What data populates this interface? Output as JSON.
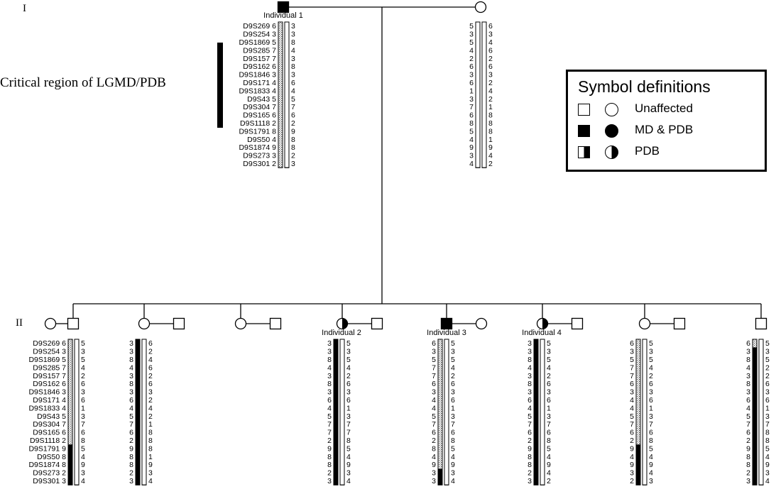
{
  "generations": {
    "g1": "I",
    "g2": "II"
  },
  "critical_region_label": "Critical region of LGMD/PDB",
  "individual_labels": {
    "ind1": "Individual 1",
    "ind2": "Individual 2",
    "ind3": "Individual 3",
    "ind4": "Individual 4"
  },
  "legend": {
    "title": "Symbol definitions",
    "rows": [
      {
        "label": "Unaffected",
        "style": "open"
      },
      {
        "label": "MD & PDB",
        "style": "filled"
      },
      {
        "label": "PDB",
        "style": "half-filled"
      }
    ]
  },
  "markers": [
    "D9S269",
    "D9S254",
    "D9S1869",
    "D9S285",
    "D9S157",
    "D9S162",
    "D9S1846",
    "D9S171",
    "D9S1833",
    "D9S43",
    "D9S304",
    "D9S165",
    "D9S1118",
    "D9S1791",
    "D9S50",
    "D9S1874",
    "D9S273",
    "D9S301"
  ],
  "haplotype_colors": {
    "dotted": "#bdbdbd",
    "black": "#000000",
    "white": "#ffffff"
  },
  "gen1": {
    "father": {
      "status": "affected",
      "left": {
        "alleles": [
          "6",
          "3",
          "5",
          "7",
          "7",
          "6",
          "3",
          "4",
          "4",
          "5",
          "7",
          "6",
          "2",
          "8",
          "4",
          "9",
          "3",
          "2"
        ],
        "pattern": "dotted"
      },
      "right": {
        "alleles": [
          "3",
          "3",
          "8",
          "4",
          "3",
          "8",
          "3",
          "6",
          "4",
          "5",
          "7",
          "6",
          "2",
          "9",
          "8",
          "8",
          "2",
          "3"
        ],
        "pattern": "black"
      }
    },
    "mother": {
      "status": "unaffected",
      "left": {
        "alleles": [
          "5",
          "3",
          "5",
          "4",
          "2",
          "6",
          "3",
          "6",
          "1",
          "3",
          "7",
          "6",
          "8",
          "5",
          "4",
          "9",
          "3",
          "4"
        ]
      },
      "right": {
        "alleles": [
          "6",
          "3",
          "4",
          "6",
          "2",
          "6",
          "3",
          "2",
          "4",
          "2",
          "1",
          "8",
          "8",
          "8",
          "1",
          "9",
          "4",
          "2"
        ]
      }
    }
  },
  "gen2": [
    {
      "symbol": "square",
      "status": "unaffected",
      "spouse": "left",
      "left": {
        "alleles": [
          "6",
          "3",
          "5",
          "7",
          "7",
          "6",
          "3",
          "4",
          "4",
          "5",
          "7",
          "6",
          "2",
          "9",
          "8",
          "8",
          "2",
          "3"
        ],
        "segments": [
          [
            0,
            13,
            "dotted"
          ],
          [
            13,
            18,
            "black"
          ]
        ]
      },
      "right": {
        "alleles": [
          "5",
          "3",
          "5",
          "4",
          "2",
          "6",
          "3",
          "6",
          "1",
          "3",
          "7",
          "6",
          "8",
          "5",
          "4",
          "9",
          "3",
          "4"
        ]
      }
    },
    {
      "symbol": "circle",
      "status": "unaffected",
      "spouse": "right",
      "left": {
        "alleles": [
          "3",
          "3",
          "8",
          "4",
          "3",
          "8",
          "3",
          "6",
          "4",
          "5",
          "7",
          "6",
          "2",
          "9",
          "8",
          "8",
          "2",
          "3"
        ],
        "segments": [
          [
            0,
            18,
            "black"
          ]
        ]
      },
      "right": {
        "alleles": [
          "6",
          "2",
          "4",
          "6",
          "2",
          "6",
          "3",
          "2",
          "4",
          "2",
          "1",
          "8",
          "8",
          "8",
          "1",
          "9",
          "3",
          "4"
        ]
      }
    },
    {
      "symbol": "circle",
      "status": "unaffected",
      "spouse": "right",
      "left": {
        "alleles": [],
        "segments": []
      },
      "right": {
        "alleles": []
      }
    },
    {
      "symbol": "circle",
      "status": "pdb",
      "spouse": "right",
      "label": "ind2",
      "left": {
        "alleles": [
          "3",
          "3",
          "8",
          "4",
          "3",
          "8",
          "3",
          "6",
          "4",
          "5",
          "7",
          "7",
          "2",
          "9",
          "8",
          "8",
          "2",
          "3"
        ],
        "segments": [
          [
            0,
            18,
            "black"
          ]
        ]
      },
      "right": {
        "alleles": [
          "5",
          "3",
          "5",
          "4",
          "2",
          "6",
          "3",
          "6",
          "1",
          "3",
          "7",
          "7",
          "8",
          "5",
          "4",
          "9",
          "3",
          "4"
        ]
      }
    },
    {
      "symbol": "square",
      "status": "affected",
      "spouse": "right",
      "label": "ind3",
      "left": {
        "alleles": [
          "6",
          "3",
          "5",
          "7",
          "7",
          "6",
          "3",
          "4",
          "4",
          "5",
          "7",
          "6",
          "2",
          "8",
          "4",
          "9",
          "3",
          "3"
        ],
        "segments": [
          [
            0,
            16,
            "dotted"
          ],
          [
            16,
            18,
            "black"
          ]
        ]
      },
      "right": {
        "alleles": [
          "5",
          "3",
          "5",
          "4",
          "2",
          "6",
          "3",
          "6",
          "1",
          "3",
          "7",
          "6",
          "8",
          "5",
          "4",
          "9",
          "3",
          "4"
        ]
      }
    },
    {
      "symbol": "circle",
      "status": "pdb",
      "spouse": "right",
      "label": "ind4",
      "left": {
        "alleles": [
          "3",
          "3",
          "8",
          "4",
          "3",
          "8",
          "3",
          "6",
          "4",
          "5",
          "7",
          "6",
          "2",
          "9",
          "8",
          "8",
          "2",
          "3"
        ],
        "segments": [
          [
            0,
            18,
            "black"
          ]
        ]
      },
      "right": {
        "alleles": [
          "5",
          "3",
          "5",
          "4",
          "2",
          "6",
          "3",
          "6",
          "1",
          "3",
          "7",
          "6",
          "8",
          "5",
          "4",
          "9",
          "4",
          "2"
        ]
      }
    },
    {
      "symbol": "circle",
      "status": "unaffected",
      "spouse": "right",
      "left": {
        "alleles": [
          "6",
          "3",
          "5",
          "7",
          "7",
          "6",
          "3",
          "4",
          "4",
          "5",
          "7",
          "6",
          "2",
          "9",
          "4",
          "9",
          "3",
          "2"
        ],
        "segments": [
          [
            0,
            13,
            "dotted"
          ],
          [
            13,
            18,
            "black"
          ]
        ]
      },
      "right": {
        "alleles": [
          "5",
          "3",
          "5",
          "4",
          "2",
          "6",
          "3",
          "6",
          "1",
          "3",
          "7",
          "6",
          "8",
          "5",
          "4",
          "9",
          "4",
          "3"
        ]
      }
    },
    {
      "symbol": "square",
      "status": "unaffected",
      "spouse": "none",
      "left": {
        "alleles": [
          "6",
          "3",
          "8",
          "4",
          "3",
          "8",
          "3",
          "6",
          "4",
          "5",
          "7",
          "6",
          "2",
          "9",
          "8",
          "8",
          "2",
          "3"
        ],
        "segments": [
          [
            0,
            1,
            "dotted"
          ],
          [
            1,
            18,
            "black"
          ]
        ]
      },
      "right": {
        "alleles": [
          "5",
          "3",
          "5",
          "2",
          "2",
          "6",
          "3",
          "6",
          "1",
          "3",
          "7",
          "8",
          "8",
          "5",
          "4",
          "9",
          "3",
          "4"
        ]
      }
    }
  ]
}
